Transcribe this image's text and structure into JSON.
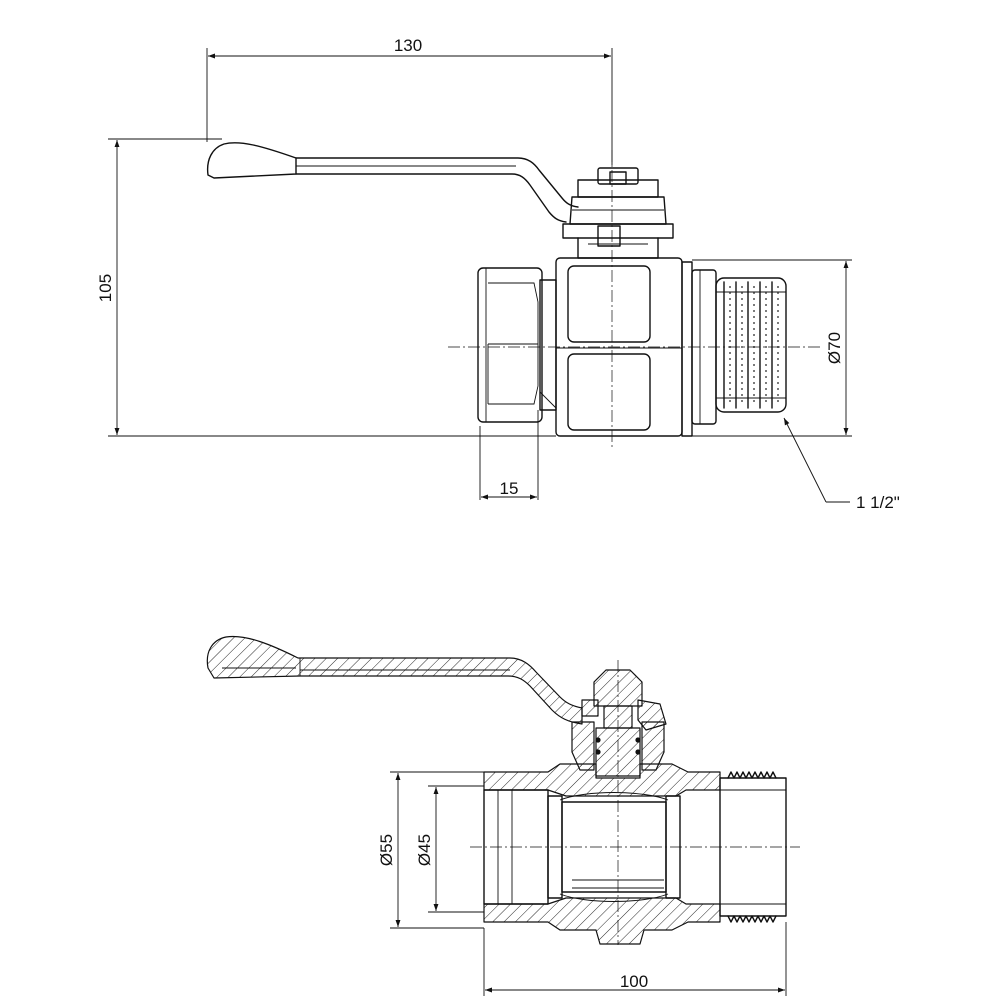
{
  "drawing": {
    "side_view": {
      "dim_length_handle": "130",
      "dim_height": "105",
      "dim_diameter_body": "Ø70",
      "dim_thread_depth": "15",
      "thread_label": "1 1/2\""
    },
    "section_view": {
      "dim_outer_diameter": "Ø55",
      "dim_bore_diameter": "Ø45",
      "dim_length": "100"
    }
  },
  "colors": {
    "line": "#111111",
    "background": "#ffffff"
  }
}
